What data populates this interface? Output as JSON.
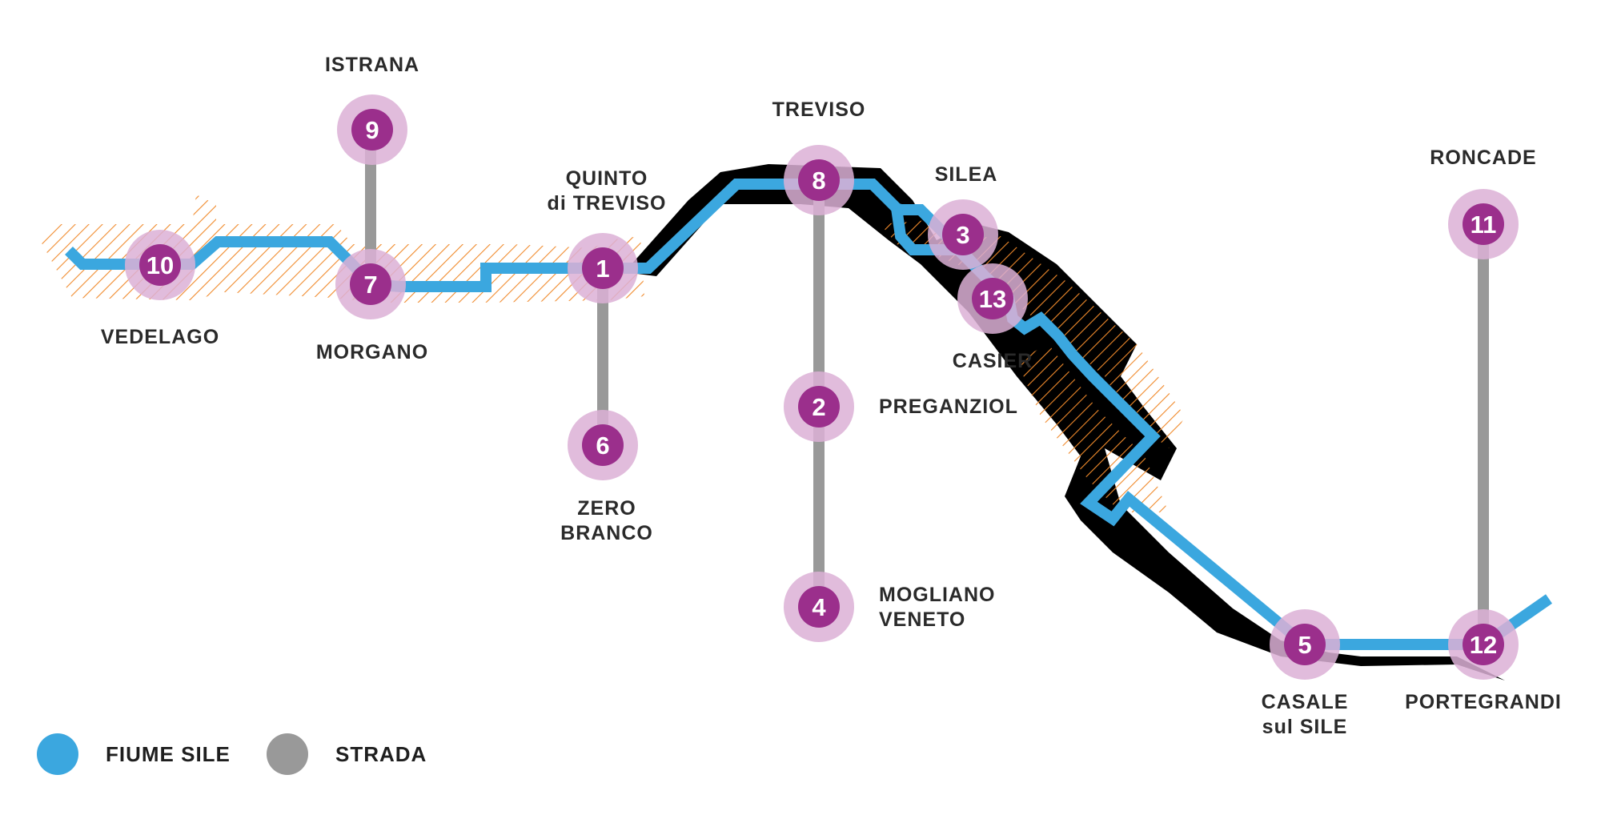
{
  "colors": {
    "river": "#3ba7df",
    "road": "#999999",
    "hatch": "#f08a2c",
    "node_fill": "#9b2f8c",
    "node_halo": "#dcb0d6",
    "text": "#2a2a2a"
  },
  "stops": [
    {
      "id": "1",
      "number": "1",
      "name_line1": "QUINTO",
      "name_line2": "di TREVISO"
    },
    {
      "id": "2",
      "number": "2",
      "name_line1": "PREGANZIOL",
      "name_line2": ""
    },
    {
      "id": "3",
      "number": "3",
      "name_line1": "SILEA",
      "name_line2": ""
    },
    {
      "id": "4",
      "number": "4",
      "name_line1": "MOGLIANO",
      "name_line2": "VENETO"
    },
    {
      "id": "5",
      "number": "5",
      "name_line1": "CASALE",
      "name_line2": "sul SILE"
    },
    {
      "id": "6",
      "number": "6",
      "name_line1": "ZERO",
      "name_line2": "BRANCO"
    },
    {
      "id": "7",
      "number": "7",
      "name_line1": "MORGANO",
      "name_line2": ""
    },
    {
      "id": "8",
      "number": "8",
      "name_line1": "TREVISO",
      "name_line2": ""
    },
    {
      "id": "9",
      "number": "9",
      "name_line1": "ISTRANA",
      "name_line2": ""
    },
    {
      "id": "10",
      "number": "10",
      "name_line1": "VEDELAGO",
      "name_line2": ""
    },
    {
      "id": "11",
      "number": "11",
      "name_line1": "RONCADE",
      "name_line2": ""
    },
    {
      "id": "12",
      "number": "12",
      "name_line1": "PORTEGRANDI",
      "name_line2": ""
    },
    {
      "id": "13",
      "number": "13",
      "name_line1": "CASIER",
      "name_line2": ""
    }
  ],
  "legend": {
    "river_label": "FIUME SILE",
    "road_label": "STRADA"
  }
}
